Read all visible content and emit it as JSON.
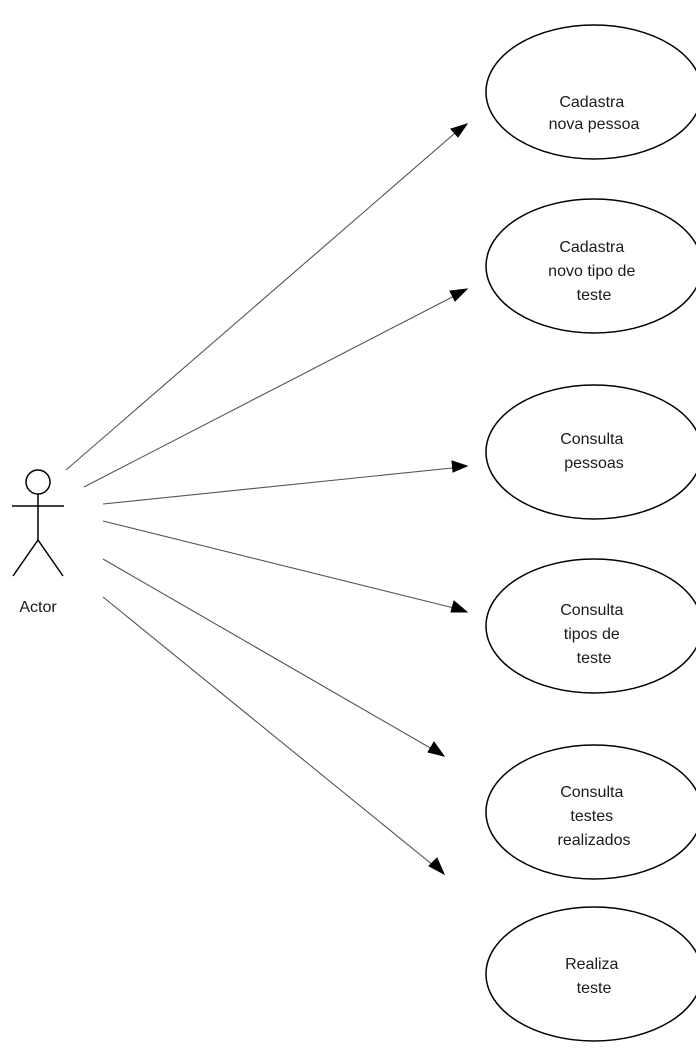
{
  "actor": {
    "label": "Actor"
  },
  "use_cases": [
    {
      "lines": [
        "Cadastra",
        "nova pessoa"
      ]
    },
    {
      "lines": [
        "Cadastra",
        "novo tipo de",
        "teste"
      ]
    },
    {
      "lines": [
        "Consulta",
        "pessoas"
      ]
    },
    {
      "lines": [
        "Consulta",
        "tipos de",
        "teste"
      ]
    },
    {
      "lines": [
        "Consulta",
        "testes",
        "realizados"
      ]
    },
    {
      "lines": [
        "Realiza",
        "teste"
      ]
    }
  ]
}
